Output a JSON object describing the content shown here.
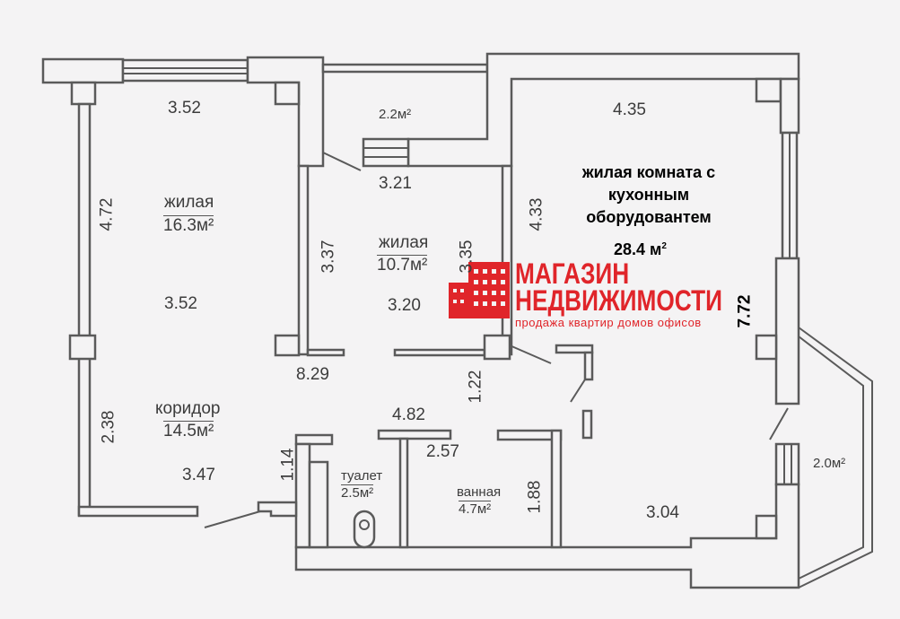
{
  "rooms": {
    "living1": {
      "name": "жилая",
      "area": "16.3м²",
      "dims": [
        "3.52",
        "4.72",
        "3.52"
      ]
    },
    "balcony1": {
      "area": "2.2м²",
      "dim": "3.21"
    },
    "living2": {
      "name": "жилая",
      "area": "10.7м²",
      "dims": [
        "3.37",
        "3.35",
        "3.20"
      ]
    },
    "kitchen_living": {
      "name_lines": [
        "жилая комната с",
        "кухонным",
        "оборудовантем"
      ],
      "area": "28.4 м",
      "area_sup": "2",
      "dims": [
        "4.35",
        "4.33",
        "7.72",
        "3.04"
      ]
    },
    "corridor": {
      "name": "коридор",
      "area": "14.5м²",
      "dims": [
        "8.29",
        "2.38",
        "3.47",
        "1.14",
        "4.82",
        "1.22"
      ]
    },
    "toilet": {
      "name": "туалет",
      "area": "2.5м²"
    },
    "bathroom": {
      "name": "ванная",
      "area": "4.7м²",
      "dims": [
        "2.57",
        "1.88"
      ]
    },
    "balcony2": {
      "area": "2.0м²"
    }
  },
  "logo": {
    "line1": "МАГАЗИН",
    "line2": "НЕДВИЖИМОСТИ",
    "tagline": "продажа квартир домов офисов"
  },
  "colors": {
    "wall": "#5a5a5a",
    "logo": "#e0252a",
    "background": "#f4f3f4"
  }
}
